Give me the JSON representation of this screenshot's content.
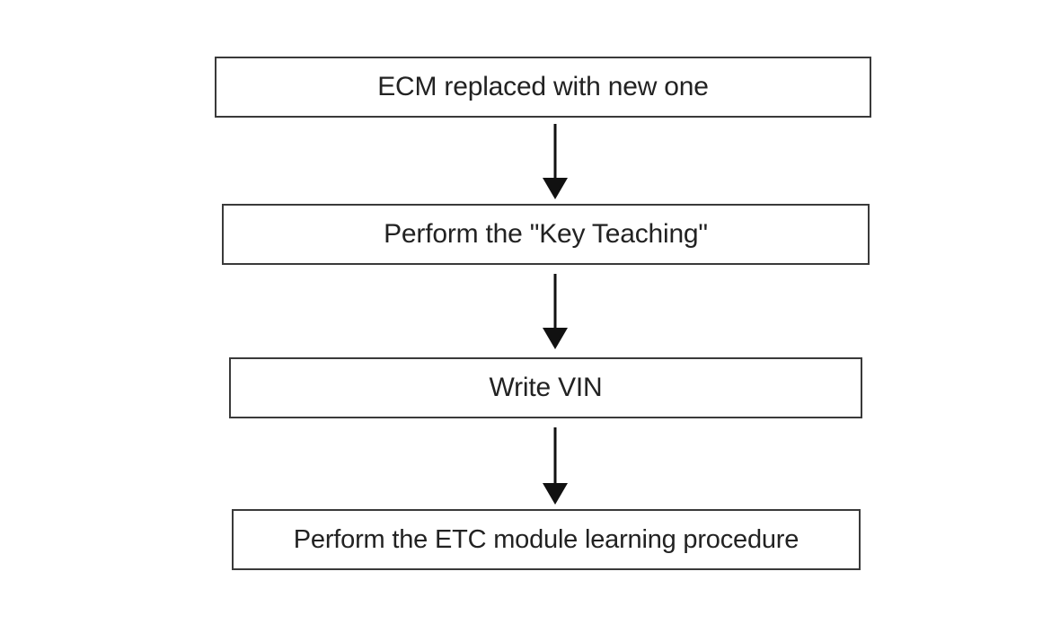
{
  "flowchart": {
    "steps": [
      {
        "label": "ECM replaced with new one"
      },
      {
        "label": "Perform the \"Key Teaching\""
      },
      {
        "label": "Write VIN"
      },
      {
        "label": "Perform the ETC module learning procedure"
      }
    ]
  },
  "colors": {
    "border": "#3a3a3a",
    "arrow": "#111111",
    "background": "#ffffff"
  }
}
